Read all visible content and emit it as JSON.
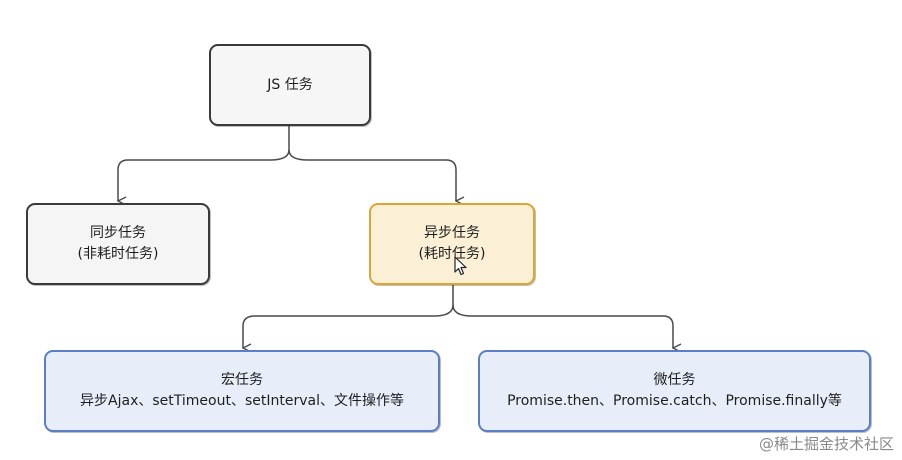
{
  "nodes": {
    "root": {
      "line1": "JS 任务"
    },
    "sync": {
      "line1": "同步任务",
      "line2": "(非耗时任务)"
    },
    "async": {
      "line1": "异步任务",
      "line2": "(耗时任务)"
    },
    "macro": {
      "line1": "宏任务",
      "line2": "异步Ajax、setTimeout、setInterval、文件操作等"
    },
    "micro": {
      "line1": "微任务",
      "line2": "Promise.then、Promise.catch、Promise.finally等"
    }
  },
  "watermark": "@稀土掘金技术社区",
  "colors": {
    "async_fill": "#fbf0d6",
    "async_border": "#d9a633",
    "leaf_fill": "#e8eef9",
    "leaf_border": "#5a7fc6",
    "neutral_fill": "#f6f6f6",
    "stroke": "#3a3a3a"
  }
}
